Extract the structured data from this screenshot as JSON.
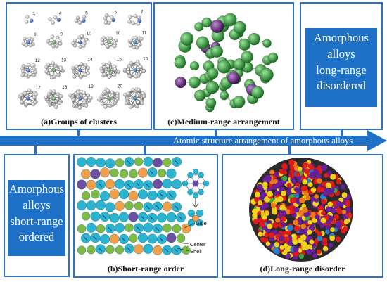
{
  "colors": {
    "accent": "#1f70c7",
    "panel_border": "#2d72c4",
    "cluster_sphere": "#b9b9b9",
    "medium_green": "#2f9a3d",
    "medium_purple": "#6a2a8a",
    "sro_cyan": "#2bb3cf",
    "sro_green": "#7fba42",
    "sro_orange": "#f0a04b",
    "sro_purple": "#6d4fa3"
  },
  "arrow": {
    "label": "Atomic structure arrangement of amorphous alloys"
  },
  "panels": {
    "a": {
      "caption": "(a)Groups of clusters",
      "cluster_numbers": [
        "3",
        "4",
        "5",
        "6",
        "7",
        "8",
        "9",
        "10",
        "10",
        "11",
        "12",
        "13",
        "14",
        "15",
        "16",
        "17",
        "18",
        "19",
        "20"
      ]
    },
    "b": {
      "caption": "(b)Short-range order",
      "labels": {
        "glue": "Glue",
        "center": "Center",
        "shell": "Shell"
      }
    },
    "c": {
      "caption": "(c)Medium-range arrangement"
    },
    "d": {
      "caption": "(d)Long-range disorder"
    }
  },
  "boxes": {
    "long_range": {
      "lines": [
        "Amorphous",
        "alloys",
        "long-range",
        "disordered"
      ]
    },
    "short_range": {
      "lines": [
        "Amorphous",
        "alloys",
        "short-range",
        "ordered"
      ]
    }
  }
}
